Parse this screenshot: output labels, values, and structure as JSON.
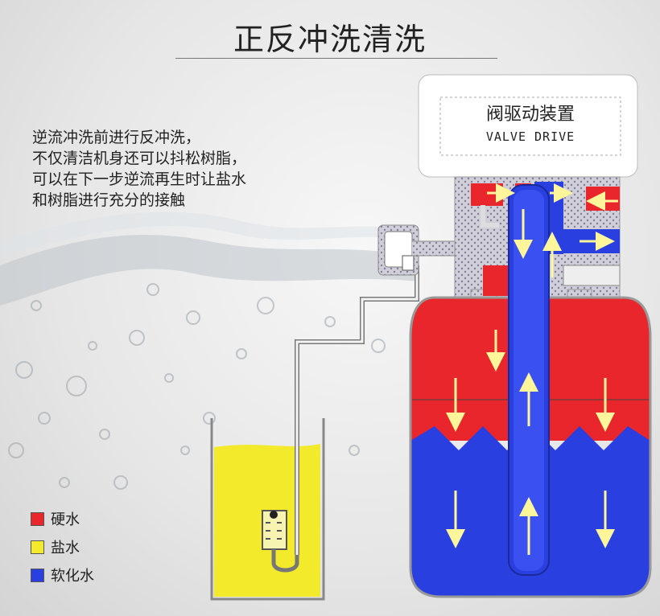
{
  "title": "正反冲洗清洗",
  "description": [
    "逆流冲洗前进行反冲洗，",
    "不仅清洁机身还可以抖松树脂，",
    "可以在下一步逆流再生时让盐水",
    "和树脂进行充分的接触"
  ],
  "valve_drive": {
    "title": "阀驱动装置",
    "subtitle": "VALVE DRIVE"
  },
  "legend": [
    {
      "label": "硬水",
      "color": "#e8262c"
    },
    {
      "label": "盐水",
      "color": "#f2ea2a"
    },
    {
      "label": "软化水",
      "color": "#2a3fe0"
    }
  ],
  "colors": {
    "hard_water": "#e8262c",
    "brine": "#f2ea2a",
    "soft_water": "#2a3fe0",
    "arrow": "#fff59a"
  }
}
